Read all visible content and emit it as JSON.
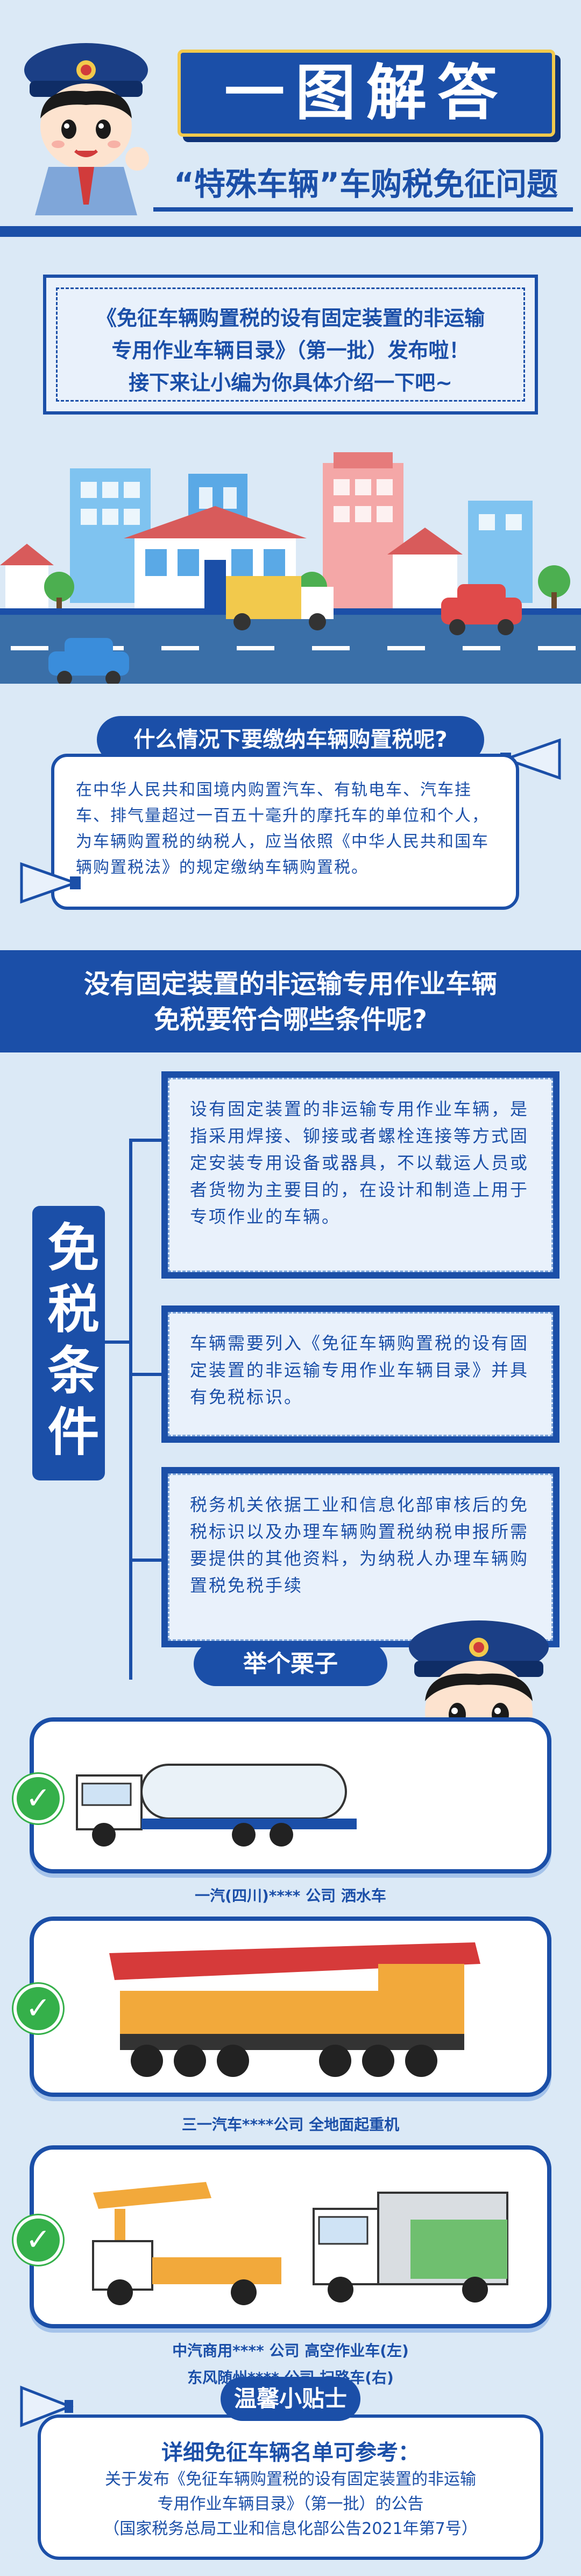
{
  "header": {
    "title": "一图解答",
    "subtitle": "“特殊车辆”车购税免征问题"
  },
  "intro": {
    "line1": "《免征车辆购置税的设有固定装置的非运输",
    "line2": "专用作业车辆目录》（第一批）发布啦！",
    "line3": "接下来让小编为你具体介绍一下吧~"
  },
  "question1": {
    "title": "什么情况下要缴纳车辆购置税呢?",
    "body": "在中华人民共和国境内购置汽车、有轨电车、汽车挂车、排气量超过一百五十毫升的摩托车的单位和个人，为车辆购置税的纳税人，应当依照《中华人民共和国车辆购置税法》的规定缴纳车辆购置税。"
  },
  "question2": {
    "line1": "没有固定装置的非运输专用作业车辆",
    "line2": "免税要符合哪些条件呢?"
  },
  "conditions": {
    "label": "免税条件",
    "items": [
      "设有固定装置的非运输专用作业车辆，是指采用焊接、铆接或者螺栓连接等方式固定安装专用设备或器具，不以载运人员或者货物为主要目的，在设计和制造上用于专项作业的车辆。",
      "车辆需要列入《免征车辆购置税的设有固定装置的非运输专用作业车辆目录》并具有免税标识。",
      "税务机关依据工业和信息化部审核后的免税标识以及办理车辆购置税纳税申报所需要提供的其他资料，为纳税人办理车辆购置税免税手续"
    ]
  },
  "examples": {
    "title": "举个栗子",
    "captions": [
      "一汽(四川)**** 公司  洒水车",
      "三一汽车****公司  全地面起重机",
      "中汽商用**** 公司  高空作业车(左)",
      "东风随州**** 公司  扫路车(右)"
    ],
    "check_symbol": "✓"
  },
  "tips": {
    "title": "温馨小贴士",
    "heading": "详细免征车辆名单可参考：",
    "line1": "关于发布《免征车辆购置税的设有固定装置的非运输",
    "line2": "专用作业车辆目录》（第一批）的公告",
    "line3": "（国家税务总局工业和信息化部公告2021年第7号）"
  },
  "colors": {
    "primary": "#1b4fa8",
    "background": "#dbe9f6",
    "accent": "#f2c94c",
    "check": "#35b04a"
  }
}
